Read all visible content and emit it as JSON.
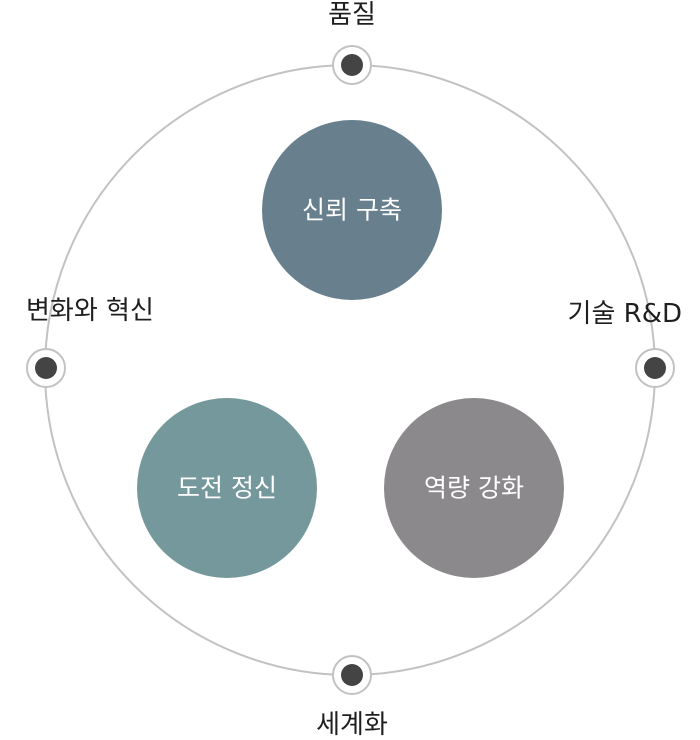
{
  "diagram": {
    "outer_labels": {
      "top": "품질",
      "left": "변화와 혁신",
      "right": "기술 R&D",
      "bottom": "세계화"
    },
    "circles": {
      "top": {
        "label": "신뢰 구축",
        "color": "#687f8e"
      },
      "bottom_left": {
        "label": "도전 정신",
        "color": "#75989c"
      },
      "bottom_right": {
        "label": "역량 강화",
        "color": "#8b898c"
      }
    },
    "colors": {
      "ring": "#c2c2c2",
      "node_dot": "#444444",
      "node_ring": "#c2c2c2"
    }
  }
}
